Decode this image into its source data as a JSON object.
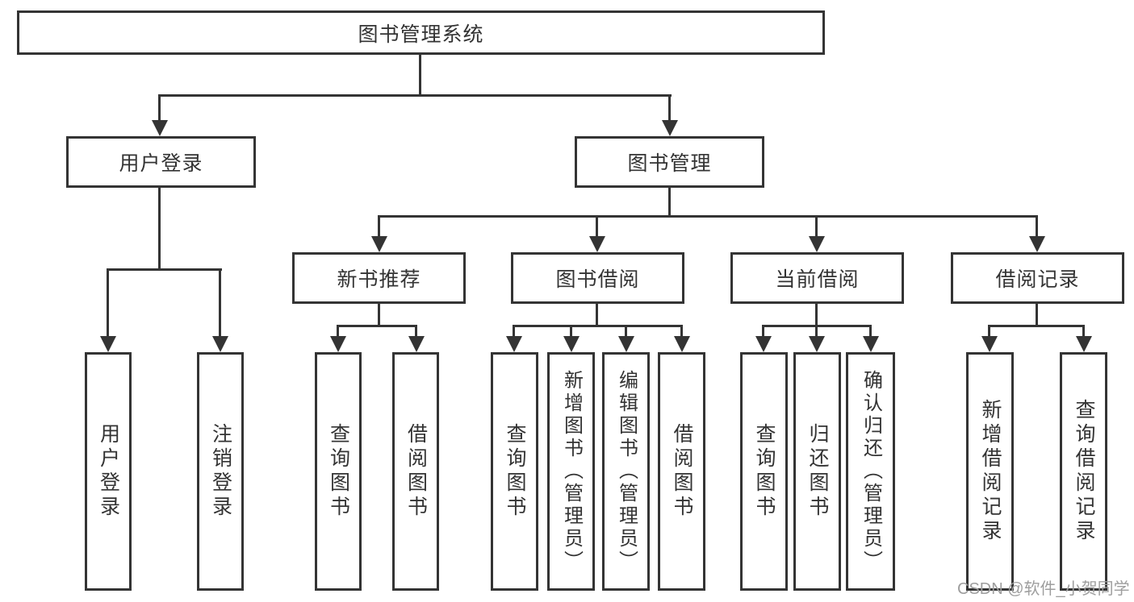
{
  "tree": {
    "label": "图书管理系统",
    "children": [
      {
        "label": "用户登录",
        "children": [
          {
            "label": "用户登录"
          },
          {
            "label": "注销登录"
          }
        ]
      },
      {
        "label": "图书管理",
        "children": [
          {
            "label": "新书推荐",
            "children": [
              {
                "label": "查询图书"
              },
              {
                "label": "借阅图书"
              }
            ]
          },
          {
            "label": "图书借阅",
            "children": [
              {
                "label": "查询图书"
              },
              {
                "label": "新增图书（管理员）"
              },
              {
                "label": "编辑图书（管理员）"
              },
              {
                "label": "借阅图书"
              }
            ]
          },
          {
            "label": "当前借阅",
            "children": [
              {
                "label": "查询图书"
              },
              {
                "label": "归还图书"
              },
              {
                "label": "确认归还（管理员）"
              }
            ]
          },
          {
            "label": "借阅记录",
            "children": [
              {
                "label": "新增借阅记录"
              },
              {
                "label": "查询借阅记录"
              }
            ]
          }
        ]
      }
    ]
  },
  "watermark": "CSDN @软件_小贺同学",
  "colors": {
    "line": "#343434",
    "text": "#333333",
    "background": "#ffffff",
    "watermark": "#9e9e9e"
  }
}
